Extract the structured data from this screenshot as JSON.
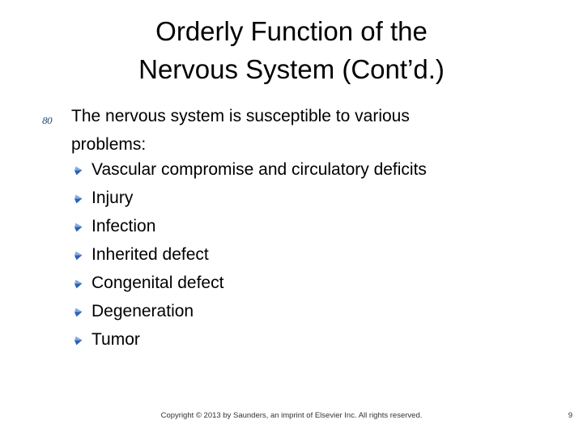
{
  "title": {
    "line1": "Orderly Function of the",
    "line2": "Nervous System (Cont’d.)"
  },
  "intro": {
    "bullet_glyph": "80",
    "line1": "The nervous system is susceptible to various",
    "line2": "problems:"
  },
  "bullets": {
    "items": [
      "Vascular compromise and circulatory deficits",
      "Injury",
      "Infection",
      "Inherited defect",
      "Congenital defect",
      "Degeneration",
      "Tumor"
    ]
  },
  "footer": {
    "copyright": "Copyright © 2013 by Saunders, an imprint of Elsevier Inc. All rights reserved.",
    "page_number": "9"
  },
  "colors": {
    "text": "#000000",
    "arrow_dark": "#2E5FB7",
    "arrow_light": "#85ABDF",
    "intro_bullet": "#1F4E79",
    "footer_text": "#333333"
  }
}
